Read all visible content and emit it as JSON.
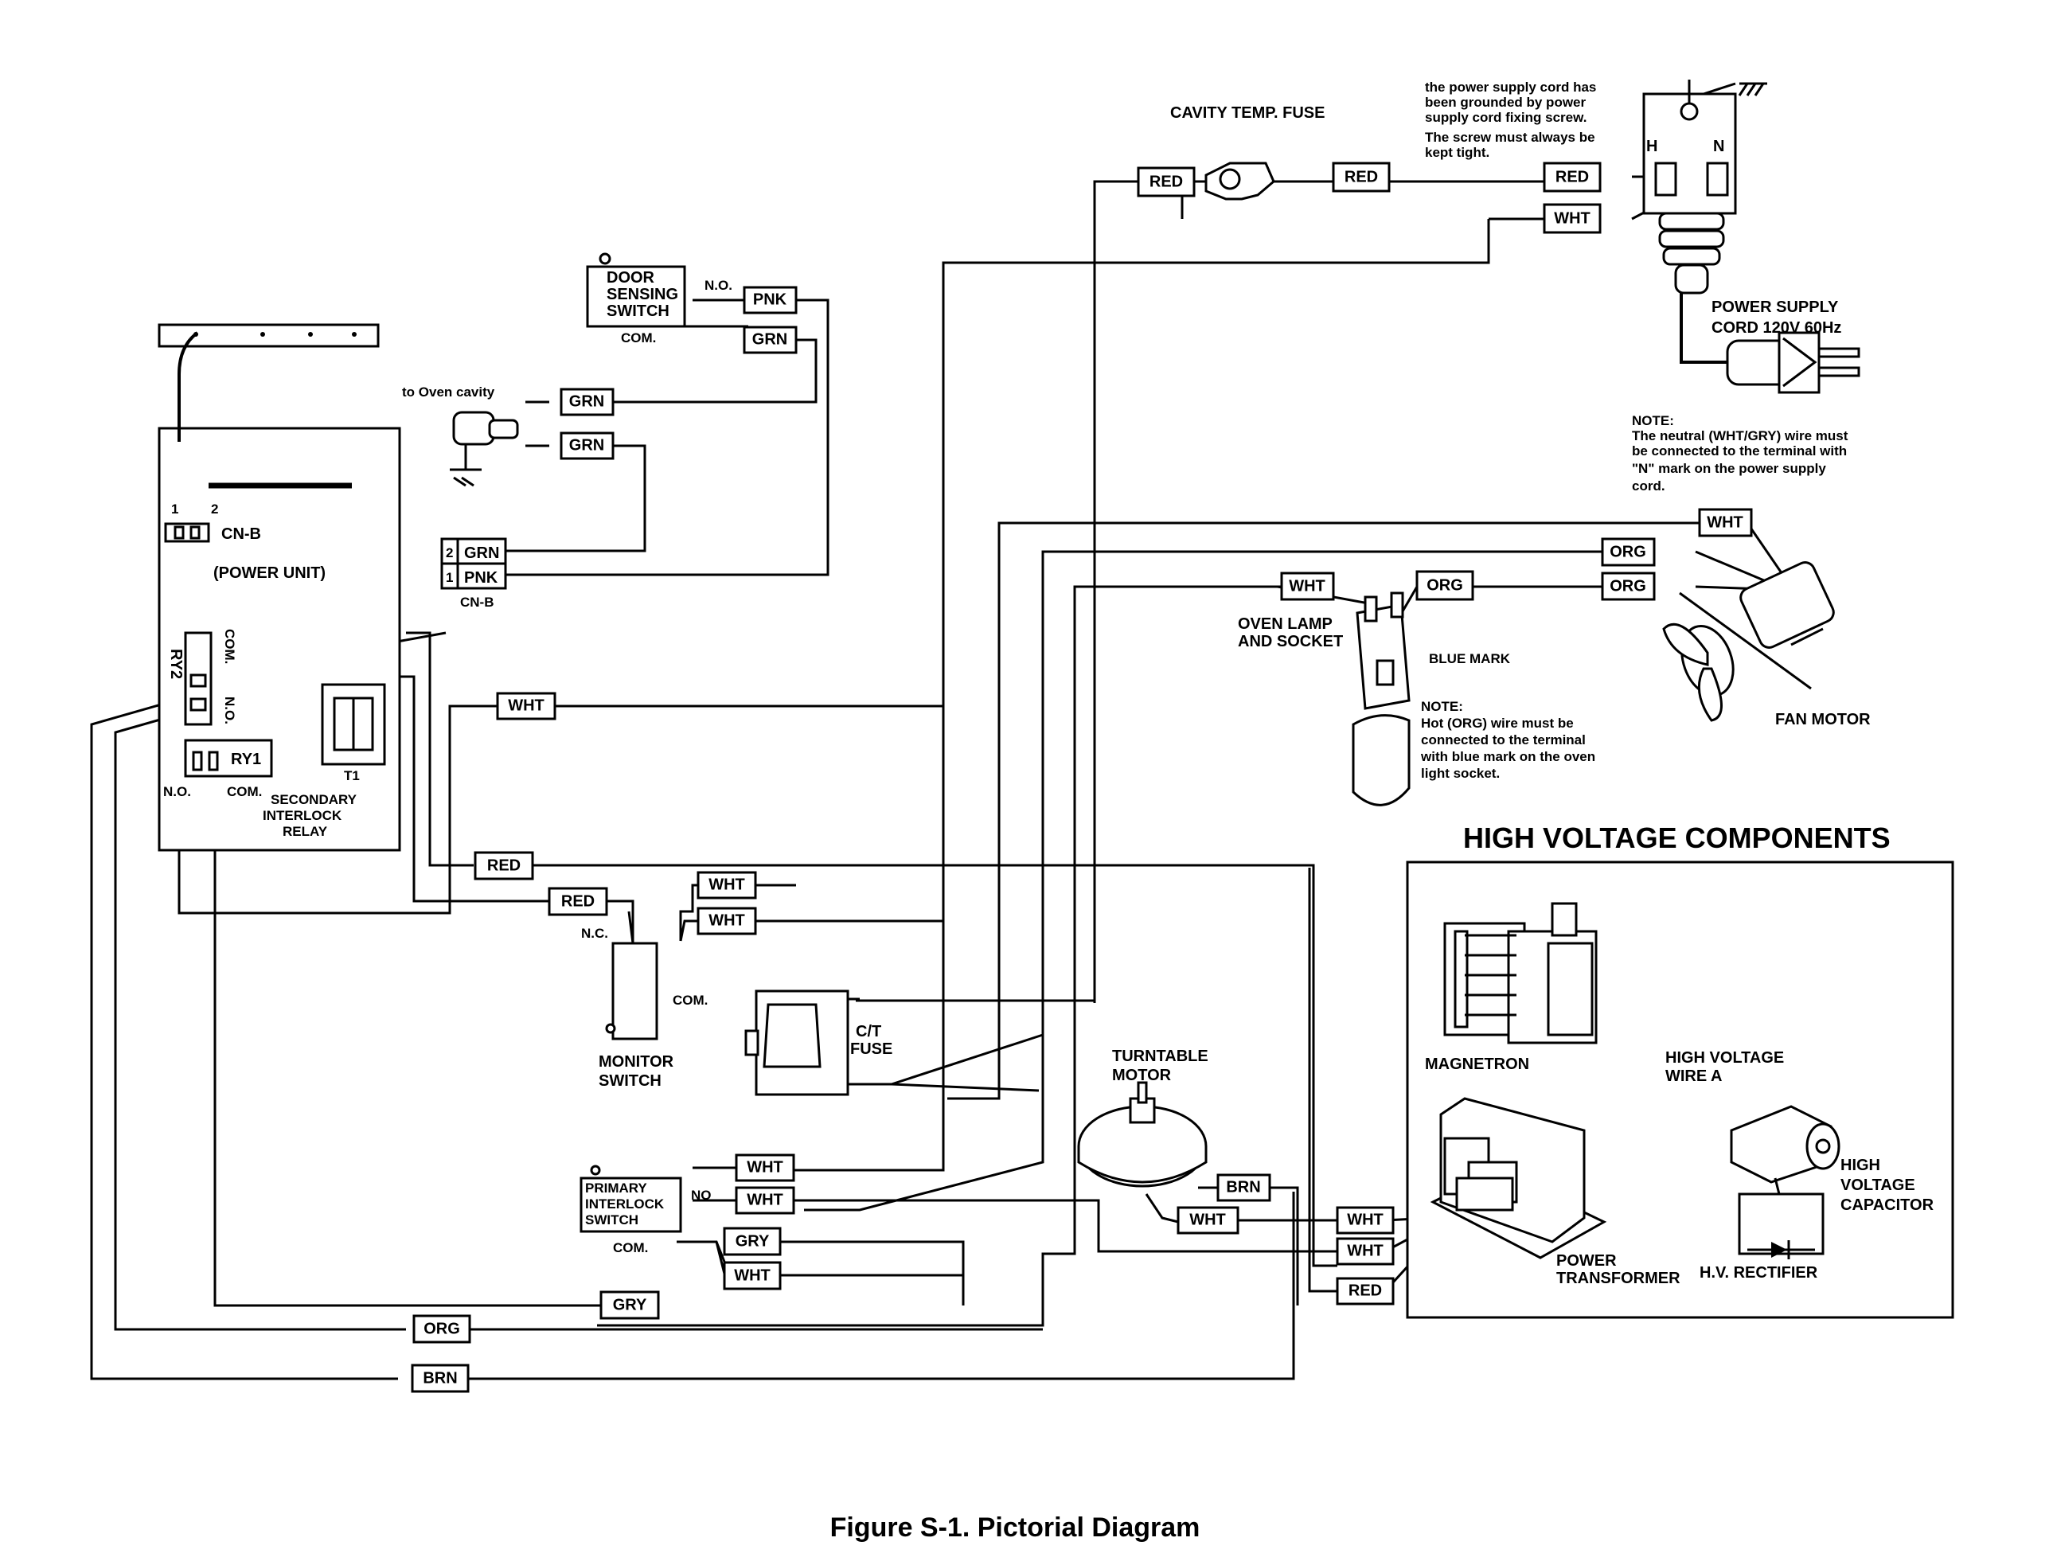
{
  "labels": {
    "cavity_temp_fuse": "CAVITY TEMP. FUSE",
    "ground_note": [
      "the power supply cord has",
      "been grounded by power",
      "supply cord fixing screw.",
      "The screw must always be",
      "kept tight."
    ],
    "plug_h": "H",
    "plug_n": "N",
    "power_supply_cord": [
      "POWER SUPPLY",
      "CORD 120V 60Hz"
    ],
    "neutral_note": [
      "NOTE:",
      "The neutral (WHT/GRY) wire must",
      "be connected to the terminal with",
      "\"N\" mark on the power supply",
      "cord."
    ],
    "door_sensing_switch": [
      "DOOR",
      "SENSING",
      "SWITCH"
    ],
    "door_no": "N.O.",
    "door_com": "COM.",
    "to_oven_cavity": "to Oven cavity",
    "cnb_pin1": "1",
    "cnb_pin2": "2",
    "cnb": "CN-B",
    "power_unit": "(POWER UNIT)",
    "ry2": "RY2",
    "ry2_com": "COM.",
    "ry2_no": "N.O.",
    "ry1": "RY1",
    "ry1_no": "N.O.",
    "ry1_com": "COM.",
    "t1": "T1",
    "secondary_interlock_relay": [
      "SECONDARY",
      "INTERLOCK",
      "RELAY"
    ],
    "connector_row_2": "2",
    "connector_row_1": "1",
    "connector_grn": "GRN",
    "connector_pnk": "PNK",
    "connector_name": "CN-B",
    "oven_lamp": [
      "OVEN LAMP",
      "AND SOCKET"
    ],
    "blue_mark": "BLUE MARK",
    "hot_note": [
      "NOTE:",
      "Hot (ORG) wire must be",
      "connected to the terminal",
      "with blue mark on the oven",
      "light socket."
    ],
    "fan_motor": "FAN MOTOR",
    "hv_components": "HIGH VOLTAGE COMPONENTS",
    "magnetron": "MAGNETRON",
    "hv_wire_a": [
      "HIGH VOLTAGE",
      "WIRE A"
    ],
    "hv_capacitor": [
      "HIGH",
      "VOLTAGE",
      "CAPACITOR"
    ],
    "hv_rectifier": "H.V. RECTIFIER",
    "power_transformer": [
      "POWER",
      "TRANSFORMER"
    ],
    "monitor_nc": "N.C.",
    "monitor_com": "COM.",
    "monitor_switch": [
      "MONITOR",
      "SWITCH"
    ],
    "ct_fuse": [
      "C/T",
      "FUSE"
    ],
    "turntable_motor": [
      "TURNTABLE",
      "MOTOR"
    ],
    "primary_interlock_switch": [
      "PRIMARY",
      "INTERLOCK",
      "SWITCH"
    ],
    "primary_no": "NO",
    "primary_com": "COM."
  },
  "wire_tags": {
    "red_cavity_left": "RED",
    "red_cavity_right": "RED",
    "red_plug": "RED",
    "wht_plug": "WHT",
    "pnk_door": "PNK",
    "grn_door": "GRN",
    "grn_oven_1": "GRN",
    "grn_oven_2": "GRN",
    "wht_fan_top": "WHT",
    "org_fan_1": "ORG",
    "org_fan_2": "ORG",
    "wht_lamp": "WHT",
    "org_lamp": "ORG",
    "wht_relay": "WHT",
    "red_relay": "RED",
    "red_monitor": "RED",
    "wht_monitor_1": "WHT",
    "wht_monitor_2": "WHT",
    "brn_turntable": "BRN",
    "wht_turntable": "WHT",
    "wht_primary_1": "WHT",
    "wht_primary_2": "WHT",
    "gry_primary": "GRY",
    "wht_primary_3": "WHT",
    "gry_bottom": "GRY",
    "wht_trans_1": "WHT",
    "wht_trans_2": "WHT",
    "red_trans": "RED",
    "org_bottom": "ORG",
    "brn_bottom": "BRN"
  },
  "caption": "Figure S-1. Pictorial Diagram"
}
